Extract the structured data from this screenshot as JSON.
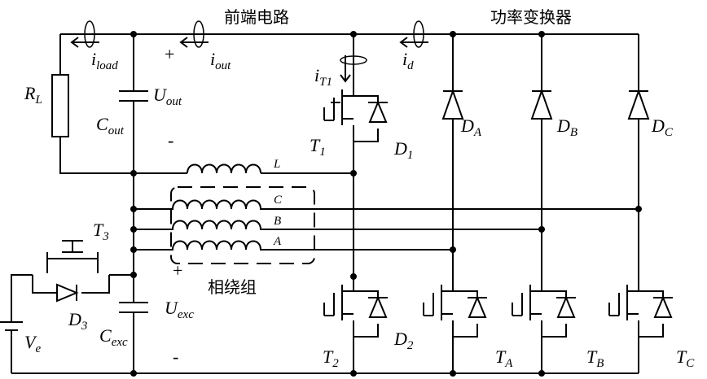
{
  "titles": {
    "front_end": "前端电路",
    "power_converter": "功率变换器",
    "phase_winding": "相绕组"
  },
  "labels": {
    "rl": [
      "R",
      "L"
    ],
    "cout": [
      "C",
      "out"
    ],
    "uout": [
      "U",
      "out"
    ],
    "iload": [
      "i",
      "load"
    ],
    "iout": [
      "i",
      "out"
    ],
    "id": [
      "i",
      "d"
    ],
    "it1": [
      "i",
      "T1"
    ],
    "t1": [
      "T",
      "1"
    ],
    "d1": [
      "D",
      "1"
    ],
    "t2": [
      "T",
      "2"
    ],
    "d2": [
      "D",
      "2"
    ],
    "t3": [
      "T",
      "3"
    ],
    "d3": [
      "D",
      "3"
    ],
    "ta": [
      "T",
      "A"
    ],
    "tb": [
      "T",
      "B"
    ],
    "tc": [
      "T",
      "C"
    ],
    "da": [
      "D",
      "A"
    ],
    "db": [
      "D",
      "B"
    ],
    "dc": [
      "D",
      "C"
    ],
    "cexc": [
      "C",
      "exc"
    ],
    "uexc": [
      "U",
      "exc"
    ],
    "ve": [
      "V",
      "e"
    ],
    "coil_l": "L",
    "coil_c": "C",
    "coil_b": "B",
    "coil_a": "A",
    "plus": "+",
    "minus": "-"
  }
}
